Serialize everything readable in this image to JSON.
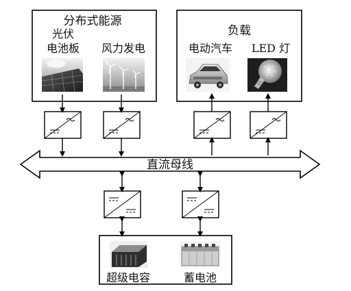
{
  "source_group": {
    "title": "分布式能源",
    "pv_label_line1": "光伏",
    "pv_label_line2": "电池板",
    "wind_label": "风力发电"
  },
  "load_group": {
    "title": "负载",
    "ev_label": "电动汽车",
    "led_label": "LED 灯"
  },
  "bus": {
    "label": "直流母线"
  },
  "storage": {
    "supercap_label": "超级电容",
    "battery_label": "蓄电池"
  }
}
